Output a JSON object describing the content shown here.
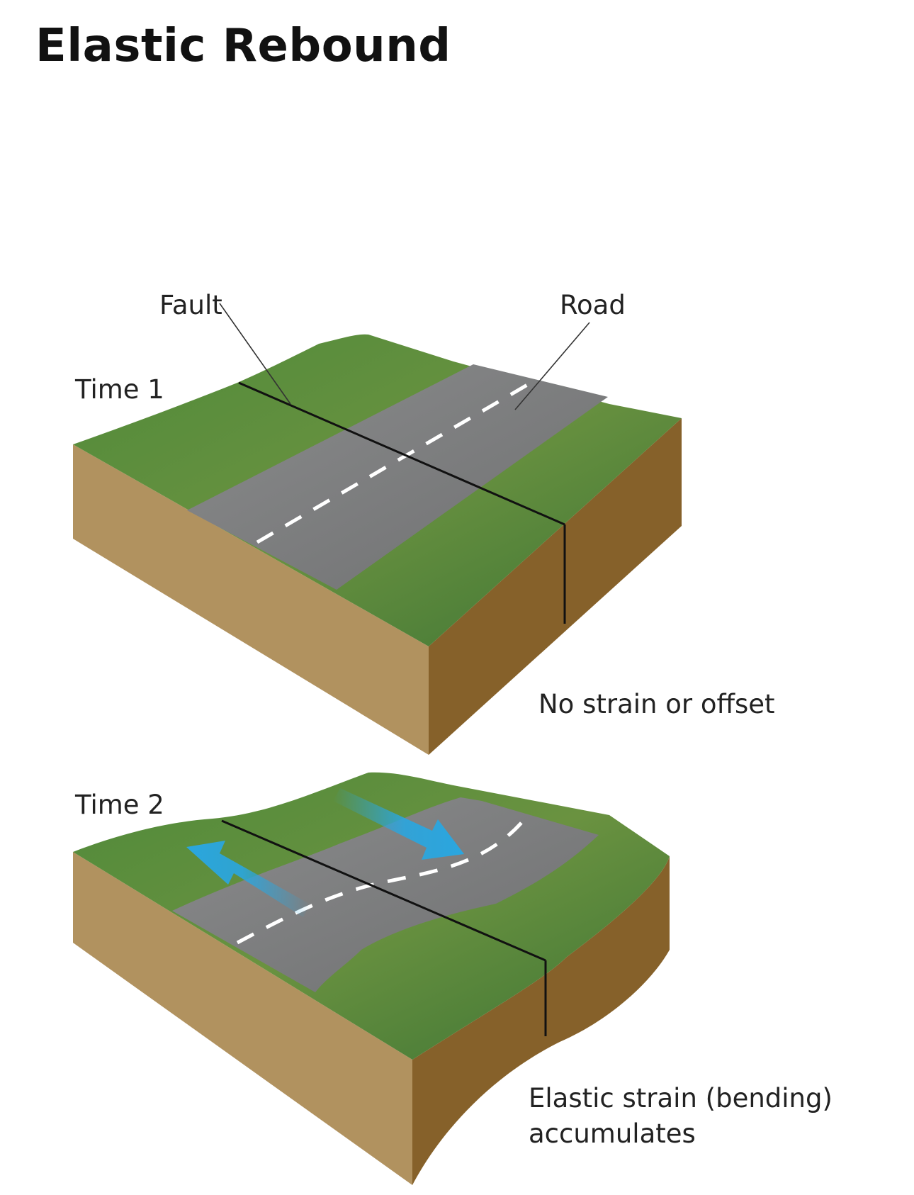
{
  "title": "Elastic Rebound",
  "panels": [
    {
      "time_label": "Time 1",
      "caption_lines": [
        "No strain or offset"
      ]
    },
    {
      "time_label": "Time 2",
      "caption_lines": [
        "Elastic strain (bending)",
        "accumulates"
      ]
    }
  ],
  "callouts": {
    "fault": "Fault",
    "road": "Road"
  },
  "colors": {
    "grass": "#5a8c3e",
    "grass_dark": "#3f6b2c",
    "road": "#7b7c7d",
    "road_light": "#8c8d8e",
    "soil_front": "#b1925f",
    "soil_side": "#86612a",
    "fault_line": "#111111",
    "arrow": "#2aa6df"
  }
}
